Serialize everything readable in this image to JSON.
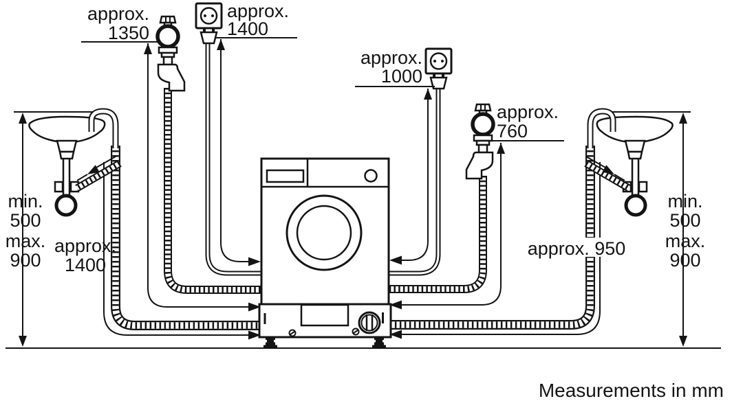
{
  "colors": {
    "ink": "#141414",
    "background": "#ffffff"
  },
  "footer": {
    "caption": "Measurements in mm"
  },
  "dimensions": {
    "tap_left": {
      "prefix": "approx.",
      "value": "1350"
    },
    "socket_left": {
      "prefix": "approx.",
      "value": "1400"
    },
    "socket_right": {
      "prefix": "approx.",
      "value": "1000"
    },
    "tap_right": {
      "prefix": "approx.",
      "value": "760"
    },
    "drain_hose_left": {
      "prefix": "approx.",
      "value": "1400"
    },
    "drain_hose_right": {
      "text": "approx. 950"
    },
    "sink_left": {
      "lines": [
        "min.",
        "500",
        "max.",
        "900"
      ]
    },
    "sink_right": {
      "lines": [
        "min.",
        "500",
        "max.",
        "900"
      ]
    }
  }
}
